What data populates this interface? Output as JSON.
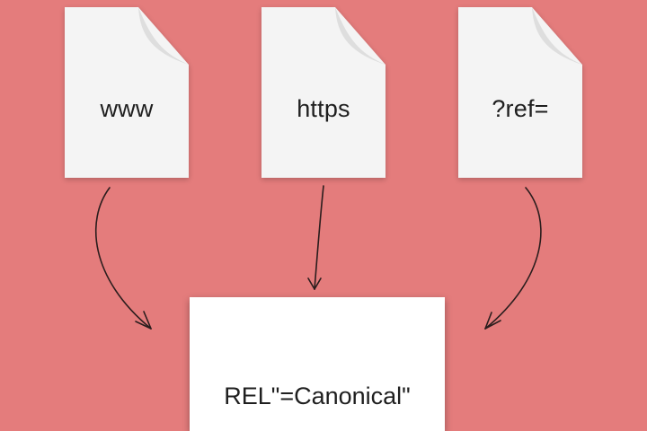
{
  "background_color": "#e47c7c",
  "documents": [
    {
      "id": "www",
      "label": "www",
      "icon": "document-icon"
    },
    {
      "id": "https",
      "label": "https",
      "icon": "document-icon"
    },
    {
      "id": "ref",
      "label": "?ref=",
      "icon": "document-icon"
    }
  ],
  "target": {
    "label": "REL\"=Canonical\""
  },
  "arrow_color": "#2a1d1d"
}
